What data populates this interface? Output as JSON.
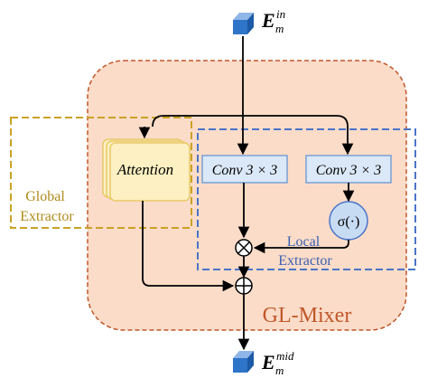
{
  "diagram": {
    "input_label": {
      "base": "E",
      "sub": "m",
      "sup": "in"
    },
    "output_label": {
      "base": "E",
      "sub": "m",
      "sup": "mid"
    },
    "mixer_title": "GL-Mixer",
    "global_extractor": {
      "line1": "Global",
      "line2": "Extractor"
    },
    "local_extractor": {
      "line1": "Local",
      "line2": "Extractor"
    },
    "attention_label": "Attention",
    "conv_left_label": "Conv 3 × 3",
    "conv_right_label": "Conv 3 × 3",
    "sigma_label": "σ(·)",
    "multiply_symbol": "⊗",
    "add_symbol": "⊕",
    "colors": {
      "mixer_fill": "#fbdcc8",
      "mixer_border": "#c0572b",
      "global_border": "#c9a227",
      "global_text": "#b08a1a",
      "local_border": "#4a74c9",
      "local_text": "#3a5fb0",
      "attention_fill": "#fdf0c2",
      "attention_border": "#e8c96a",
      "conv_fill": "#dbe8f7",
      "conv_border": "#7aa0d4",
      "sigma_fill": "#c7dbf3",
      "token_fill": "#2e74c9",
      "mixer_title_color": "#c0572b"
    }
  }
}
